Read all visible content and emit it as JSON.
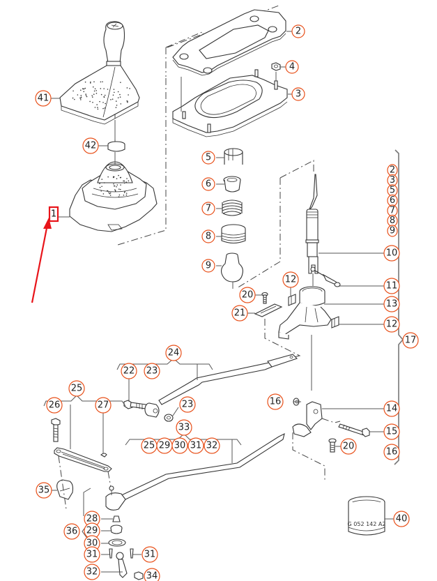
{
  "diagram": {
    "title": "Gear shift mechanism exploded parts diagram",
    "accent_color": "#e8501a",
    "highlight_color": "#e8141a",
    "highlighted_part": "1",
    "part_marking": "G 052 142 A2",
    "callouts": [
      {
        "id": "c2",
        "label": "2"
      },
      {
        "id": "c4",
        "label": "4"
      },
      {
        "id": "c3",
        "label": "3"
      },
      {
        "id": "c41",
        "label": "41"
      },
      {
        "id": "c42",
        "label": "42"
      },
      {
        "id": "c5",
        "label": "5"
      },
      {
        "id": "c6",
        "label": "6"
      },
      {
        "id": "c7",
        "label": "7"
      },
      {
        "id": "c8",
        "label": "8"
      },
      {
        "id": "c9",
        "label": "9"
      },
      {
        "id": "c20a",
        "label": "20"
      },
      {
        "id": "c21",
        "label": "21"
      },
      {
        "id": "c12a",
        "label": "12"
      },
      {
        "id": "c10",
        "label": "10"
      },
      {
        "id": "c11",
        "label": "11"
      },
      {
        "id": "c13",
        "label": "13"
      },
      {
        "id": "c12b",
        "label": "12"
      },
      {
        "id": "c17",
        "label": "17"
      },
      {
        "id": "c24",
        "label": "24"
      },
      {
        "id": "c22",
        "label": "22"
      },
      {
        "id": "c23a",
        "label": "23"
      },
      {
        "id": "c23b",
        "label": "23"
      },
      {
        "id": "c25a",
        "label": "25"
      },
      {
        "id": "c26",
        "label": "26"
      },
      {
        "id": "c27",
        "label": "27"
      },
      {
        "id": "c33",
        "label": "33"
      },
      {
        "id": "c25b",
        "label": "25"
      },
      {
        "id": "c29a",
        "label": "29"
      },
      {
        "id": "c30a",
        "label": "30"
      },
      {
        "id": "c31a",
        "label": "31"
      },
      {
        "id": "c32a",
        "label": "32"
      },
      {
        "id": "c16a",
        "label": "16"
      },
      {
        "id": "c14",
        "label": "14"
      },
      {
        "id": "c15",
        "label": "15"
      },
      {
        "id": "c20b",
        "label": "20"
      },
      {
        "id": "c16b",
        "label": "16"
      },
      {
        "id": "c35",
        "label": "35"
      },
      {
        "id": "c28",
        "label": "28"
      },
      {
        "id": "c36",
        "label": "36"
      },
      {
        "id": "c29b",
        "label": "29"
      },
      {
        "id": "c30b",
        "label": "30"
      },
      {
        "id": "c31b",
        "label": "31"
      },
      {
        "id": "c31c",
        "label": "31"
      },
      {
        "id": "c32b",
        "label": "32"
      },
      {
        "id": "c34",
        "label": "34"
      },
      {
        "id": "c40",
        "label": "40"
      }
    ],
    "stack_17": [
      "2",
      "3",
      "5",
      "6",
      "7",
      "8",
      "9"
    ]
  }
}
